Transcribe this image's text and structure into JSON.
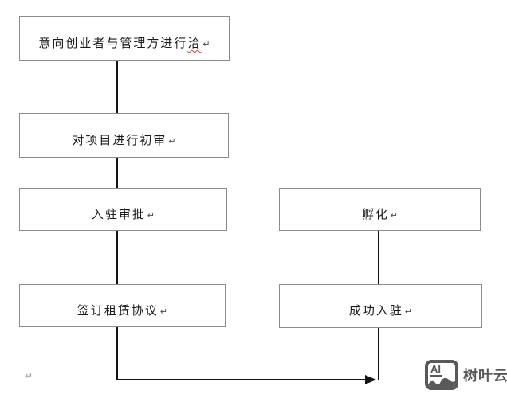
{
  "flow": {
    "boxes": [
      {
        "id": "negotiation",
        "label": "意向创业者与管理方进行洽",
        "label_main": "意向创业者与管理方进行",
        "label_tail_misspelled": "洽"
      },
      {
        "id": "initial-review",
        "label": "对项目进行初审"
      },
      {
        "id": "entry-approval",
        "label": "入驻审批"
      },
      {
        "id": "incubation",
        "label": "孵化"
      },
      {
        "id": "sign-lease",
        "label": "签订租赁协议"
      },
      {
        "id": "success-entry",
        "label": "成功入驻"
      }
    ],
    "return_mark": "↵",
    "paragraph_mark": "↵"
  },
  "watermark": {
    "logo_text": "AI",
    "brand_text": "树叶云",
    "color": "#58595b"
  },
  "colors": {
    "box_border": "#8c8c8c",
    "connector": "#141414",
    "text": "#1a1a1a",
    "spellcheck_squiggle": "#e03434",
    "background": "#ffffff"
  }
}
